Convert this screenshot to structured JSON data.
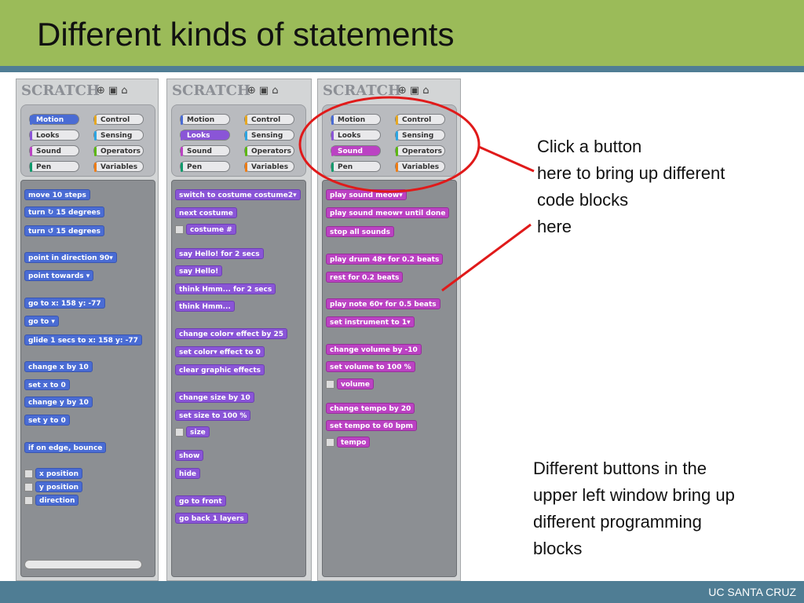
{
  "slide": {
    "title": "Different kinds of statements",
    "footer": "UC SANTA CRUZ"
  },
  "scratch": {
    "logo": "SCRATCH"
  },
  "categories": [
    "Motion",
    "Looks",
    "Sound",
    "Pen",
    "Control",
    "Sensing",
    "Operators",
    "Variables"
  ],
  "panel1": {
    "selected": "Motion",
    "blocks": [
      "move 10 steps",
      "turn ↻ 15 degrees",
      "turn ↺ 15 degrees",
      "point in direction 90▾",
      "point towards ▾",
      "go to x: 158 y: -77",
      "go to ▾",
      "glide 1 secs to x: 158 y: -77",
      "change x by 10",
      "set x to 0",
      "change y by 10",
      "set y to 0",
      "if on edge, bounce",
      "x position",
      "y position",
      "direction"
    ]
  },
  "panel2": {
    "selected": "Looks",
    "blocks": [
      "switch to costume costume2▾",
      "next costume",
      "costume #",
      "say Hello! for 2 secs",
      "say Hello!",
      "think Hmm... for 2 secs",
      "think Hmm...",
      "change color▾ effect by 25",
      "set color▾ effect to 0",
      "clear graphic effects",
      "change size by 10",
      "set size to 100 %",
      "size",
      "show",
      "hide",
      "go to front",
      "go back 1 layers"
    ]
  },
  "panel3": {
    "selected": "Sound",
    "blocks": [
      "play sound meow▾",
      "play sound meow▾ until done",
      "stop all sounds",
      "play drum 48▾ for 0.2 beats",
      "rest for 0.2 beats",
      "play note 60▾ for 0.5 beats",
      "set instrument to 1▾",
      "change volume by -10",
      "set volume to 100 %",
      "volume",
      "change tempo by 20",
      "set tempo to 60 bpm",
      "tempo"
    ]
  },
  "callouts": {
    "top": [
      "Click a button",
      "here to bring up different",
      "code blocks",
      "here"
    ],
    "bottom": [
      "Different buttons in the",
      "upper left window bring up",
      "different programming",
      "blocks"
    ]
  },
  "colors": {
    "title_bar": "#9bbb59",
    "accent_bar": "#4f7d94",
    "annotation": "#e01a1a",
    "motion": "#4a6cd4",
    "looks": "#8a55d7",
    "sound": "#bb42c3"
  }
}
